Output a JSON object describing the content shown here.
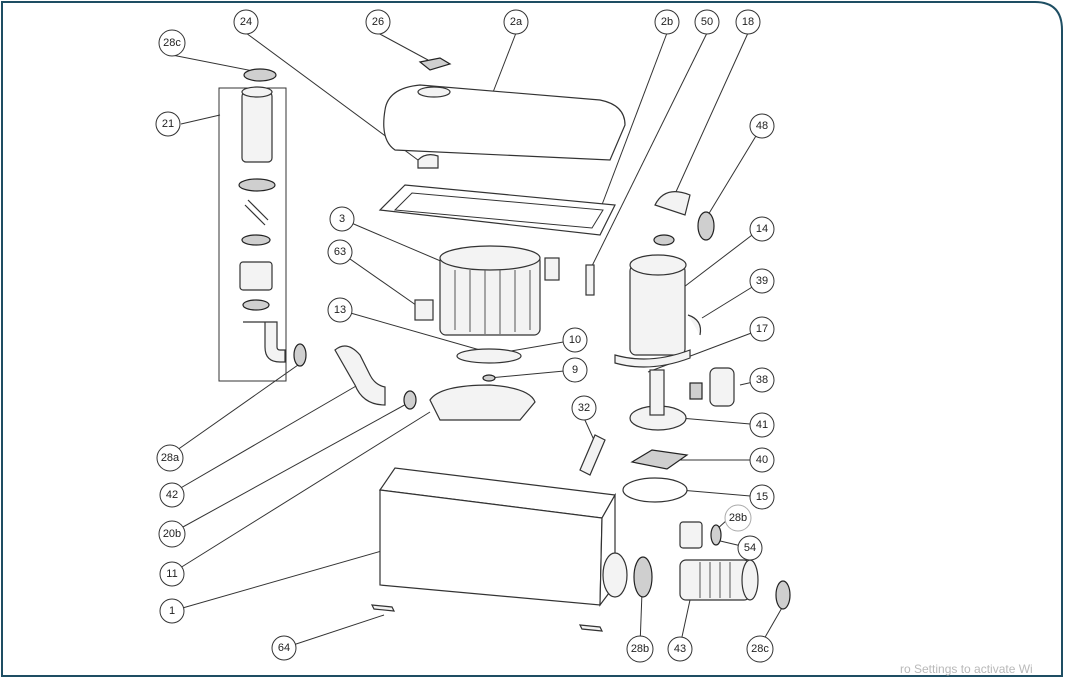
{
  "colors": {
    "frame_border": "#1e4e63",
    "line": "#333333",
    "watermark": "#b9b9b9"
  },
  "labels": [
    {
      "id": "28c_top",
      "text": "28c"
    },
    {
      "id": "24",
      "text": "24"
    },
    {
      "id": "26",
      "text": "26"
    },
    {
      "id": "2a",
      "text": "2a"
    },
    {
      "id": "2b",
      "text": "2b"
    },
    {
      "id": "50",
      "text": "50"
    },
    {
      "id": "18",
      "text": "18"
    },
    {
      "id": "21",
      "text": "21"
    },
    {
      "id": "48",
      "text": "48"
    },
    {
      "id": "3",
      "text": "3"
    },
    {
      "id": "14",
      "text": "14"
    },
    {
      "id": "63",
      "text": "63"
    },
    {
      "id": "39",
      "text": "39"
    },
    {
      "id": "13",
      "text": "13"
    },
    {
      "id": "10",
      "text": "10"
    },
    {
      "id": "17",
      "text": "17"
    },
    {
      "id": "9",
      "text": "9"
    },
    {
      "id": "38",
      "text": "38"
    },
    {
      "id": "32",
      "text": "32"
    },
    {
      "id": "28a",
      "text": "28a"
    },
    {
      "id": "41",
      "text": "41"
    },
    {
      "id": "40",
      "text": "40"
    },
    {
      "id": "42",
      "text": "42"
    },
    {
      "id": "15",
      "text": "15"
    },
    {
      "id": "20b",
      "text": "20b"
    },
    {
      "id": "28b_right",
      "text": "28b"
    },
    {
      "id": "54",
      "text": "54"
    },
    {
      "id": "11",
      "text": "11"
    },
    {
      "id": "1",
      "text": "1"
    },
    {
      "id": "64",
      "text": "64"
    },
    {
      "id": "28b_bottom",
      "text": "28b"
    },
    {
      "id": "43",
      "text": "43"
    },
    {
      "id": "28c_bottom",
      "text": "28c"
    }
  ],
  "watermark_text": "ro Settings to activate Wi"
}
